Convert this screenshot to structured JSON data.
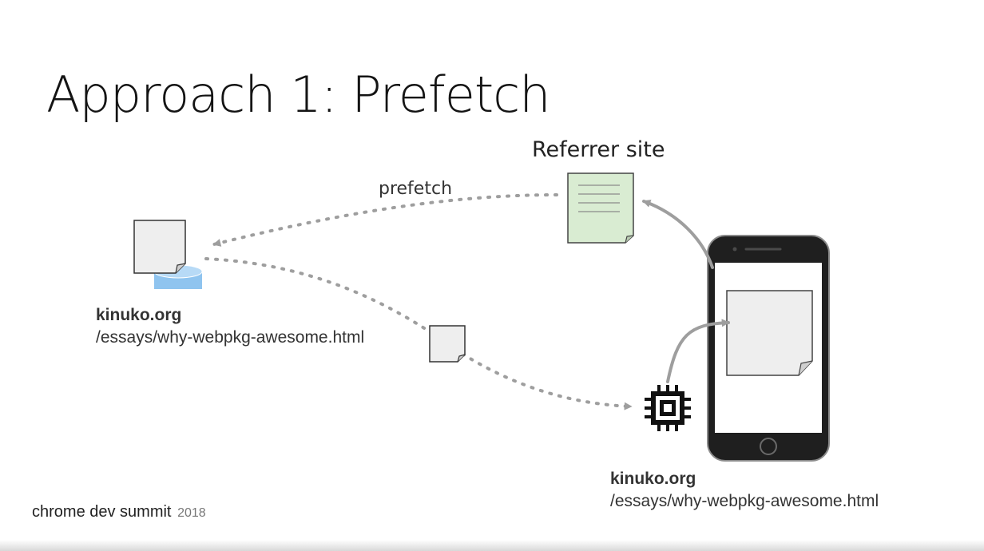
{
  "slide": {
    "title": "Approach 1: Prefetch",
    "referrer_label": "Referrer site",
    "prefetch_label": "prefetch",
    "left_url": {
      "domain": "kinuko.org",
      "path": "/essays/why-webpkg-awesome.html"
    },
    "right_url": {
      "domain": "kinuko.org",
      "path": "/essays/why-webpkg-awesome.html"
    }
  },
  "footer": {
    "brand": "chrome dev summit",
    "year": "2018"
  },
  "icons": [
    "document-icon",
    "database-icon",
    "referrer-page-icon",
    "chip-icon",
    "phone-icon"
  ],
  "colors": {
    "referrer_page_fill": "#d9ecd2",
    "document_fill": "#eeeeee",
    "database_fill": "#8fc4ef",
    "arrow": "#9e9e9e",
    "phone_body": "#1f1f1f"
  }
}
